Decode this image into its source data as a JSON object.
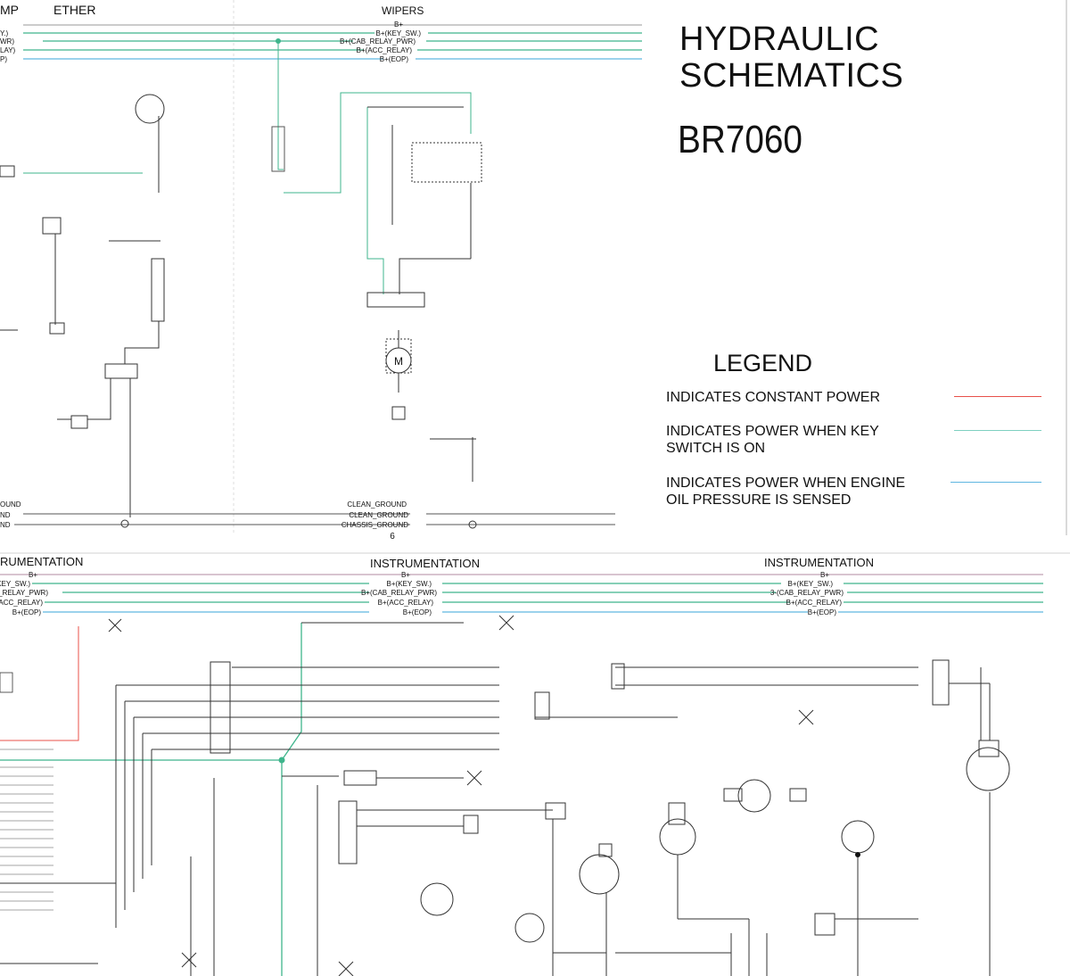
{
  "header": {
    "title_line1": "HYDRAULIC",
    "title_line2": "SCHEMATICS",
    "model": "BR7060"
  },
  "legend": {
    "title": "LEGEND",
    "items": [
      {
        "text_line1": "INDICATES CONSTANT POWER",
        "text_line2": "",
        "color": "#e8504a"
      },
      {
        "text_line1": "INDICATES POWER WHEN KEY",
        "text_line2": "SWITCH IS ON",
        "color": "#7fd0c0"
      },
      {
        "text_line1": "INDICATES POWER WHEN ENGINE",
        "text_line2": "OIL PRESSURE IS SENSED",
        "color": "#5fb6e0"
      }
    ]
  },
  "top_section": {
    "labels": {
      "left_cut": "MP",
      "ether": "ETHER",
      "wipers": "WIPERS"
    },
    "bus_labels": [
      "B+",
      "B+(KEY_SW.)",
      "B+(CAB_RELAY_PWR)",
      "B+(ACC_RELAY)",
      "B+(EOP)"
    ],
    "left_bus_cut": [
      "Y.)",
      "WR)",
      "LAY)",
      "P)"
    ],
    "ground_labels": [
      "CLEAN_GROUND",
      "CLEAN_GROUND",
      "CHASSIS_GROUND"
    ],
    "ground_left_cut": [
      "OUND",
      "ND",
      "ND"
    ],
    "page_number": "6",
    "motor_letter": "M"
  },
  "bottom_section": {
    "titles": [
      "RUMENTATION",
      "INSTRUMENTATION",
      "INSTRUMENTATION"
    ],
    "bus_labels_mid": [
      "B+",
      "B+(KEY_SW.)",
      "B+(CAB_RELAY_PWR)",
      "B+(ACC_RELAY)",
      "B+(EOP)"
    ],
    "bus_labels_left": [
      "B+",
      "B+(KEY_SW.)",
      "CAB_RELAY_PWR)",
      "(ACC_RELAY)",
      "B+(EOP)"
    ],
    "bus_labels_right": [
      "B+",
      "B+(KEY_SW.)",
      "3-(CAB_RELAY_PWR)",
      "B+(ACC_RELAY)",
      "B+(EOP)"
    ]
  }
}
